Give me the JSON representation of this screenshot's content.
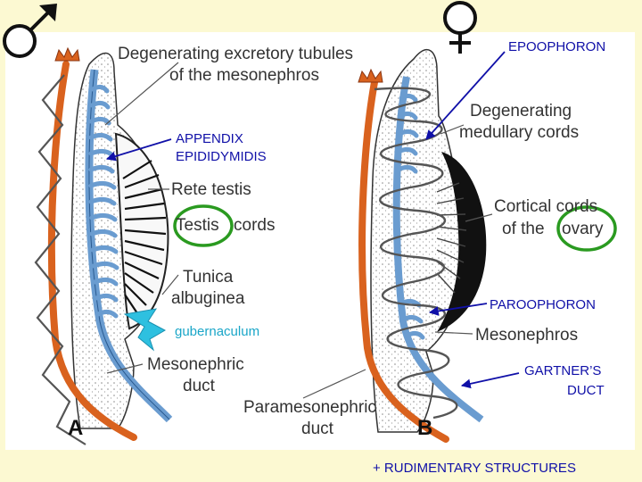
{
  "labels": {
    "degenerating_tubules_1": "Degenerating excretory tubules",
    "degenerating_tubules_2": "of the mesonephros",
    "rete_testis": "Rete testis",
    "testis": "Testis",
    "cords": "cords",
    "tunica_1": "Tunica",
    "tunica_2": "albuginea",
    "mesonephric_duct_1": "Mesonephric",
    "mesonephric_duct_2": "duct",
    "paramesonephric_duct_1": "Paramesonephric",
    "paramesonephric_duct_2": "duct",
    "degenerating_medullary_1": "Degenerating",
    "degenerating_medullary_2": "medullary cords",
    "cortical_cords_1": "Cortical cords",
    "cortical_cords_of_the": "of the",
    "ovary": "ovary",
    "mesonephros": "Mesonephros",
    "panel_a": "A",
    "panel_b": "B"
  },
  "annotations": {
    "appendix_1": "APPENDIX",
    "appendix_2": "EPIDIDYMIDIS",
    "gubernaculum": "gubernaculum",
    "epoophoron": "EPOOPHORON",
    "paroophoron": "PAROOPHORON",
    "gartner_1": "GARTNER’S",
    "gartner_2": "DUCT",
    "rudimentary": "+ RUDIMENTARY STRUCTURES"
  },
  "colors": {
    "background": "#fcf9d2",
    "duct_orange": "#d9621e",
    "mesonephric_blue": "#6a9cd0",
    "annotation_blue": "#1010a8",
    "highlight_green": "#2a9a20",
    "gubernaculum_cyan": "#1aa6c8"
  },
  "icons": [
    "male-symbol-icon",
    "female-symbol-icon"
  ]
}
